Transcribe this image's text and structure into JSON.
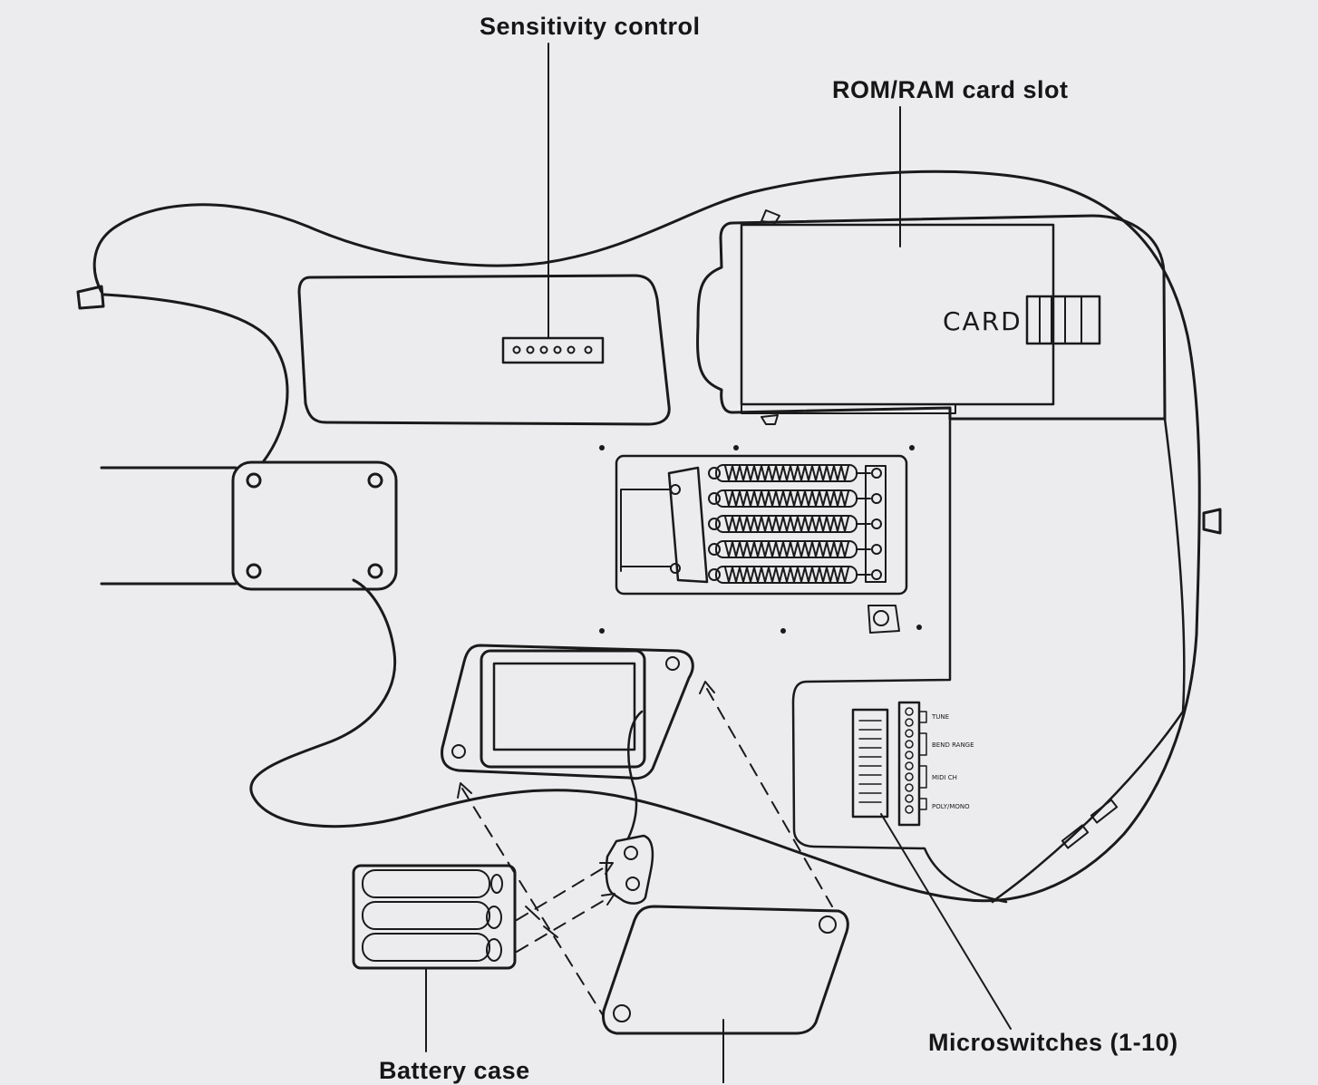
{
  "labels": {
    "sensitivity_control": "Sensitivity control",
    "rom_ram_card_slot": "ROM/RAM card slot",
    "card": "CARD",
    "microswitches": "Microswitches (1-10)",
    "battery_case": "Battery case"
  },
  "switch_labels": [
    "TUNE",
    "BEND RANGE",
    "MIDI CH",
    "POLY/MONO"
  ],
  "colors": {
    "ink": "#1a1a1a",
    "paper": "#ecebee"
  }
}
